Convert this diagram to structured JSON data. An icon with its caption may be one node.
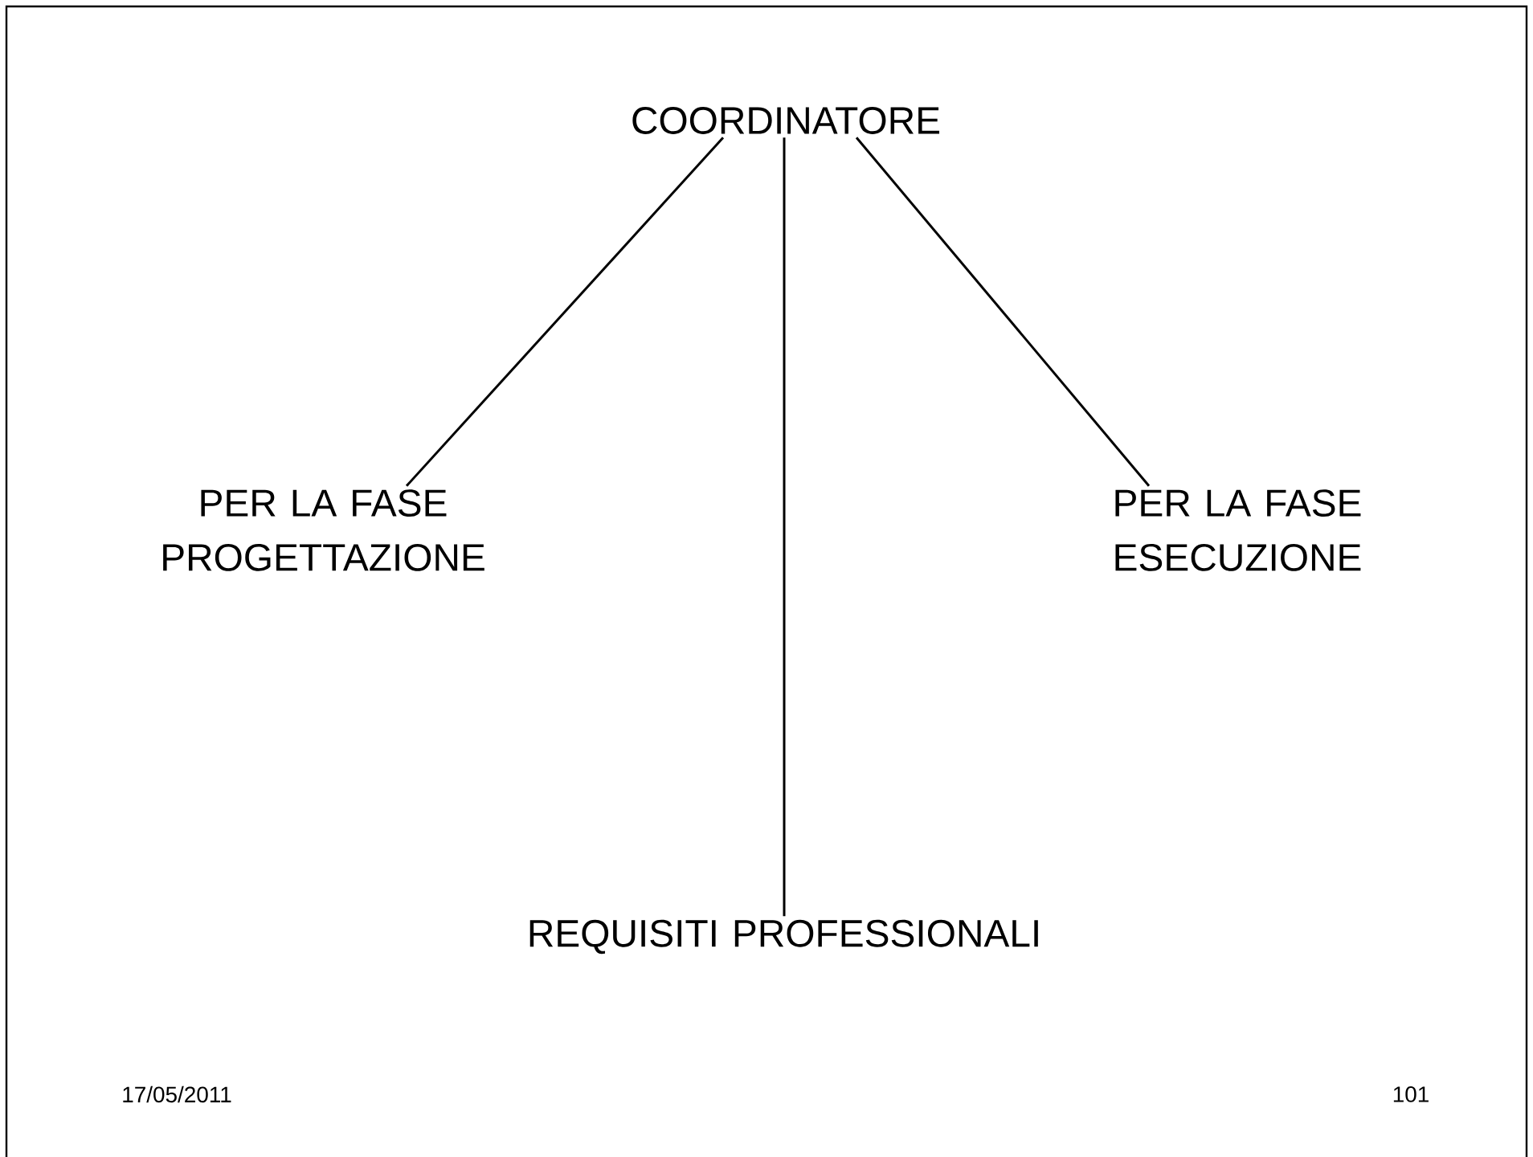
{
  "diagram": {
    "nodes": [
      {
        "text": [
          "COORDINATORE"
        ]
      },
      {
        "text": [
          "PER LA FASE PROGETTAZIONE"
        ]
      },
      {
        "text": [
          "PER LA FASE ESECUZIONE"
        ]
      },
      {
        "text": [
          "REQUISITI PROFESSIONALI"
        ]
      }
    ],
    "edges": [
      {
        "from": 0,
        "to": 1,
        "arrow": "none"
      },
      {
        "from": 0,
        "to": 3,
        "arrow": "none"
      },
      {
        "from": 0,
        "to": 2,
        "arrow": "none"
      }
    ],
    "labels": [
      "17/05/2011",
      "101"
    ]
  }
}
